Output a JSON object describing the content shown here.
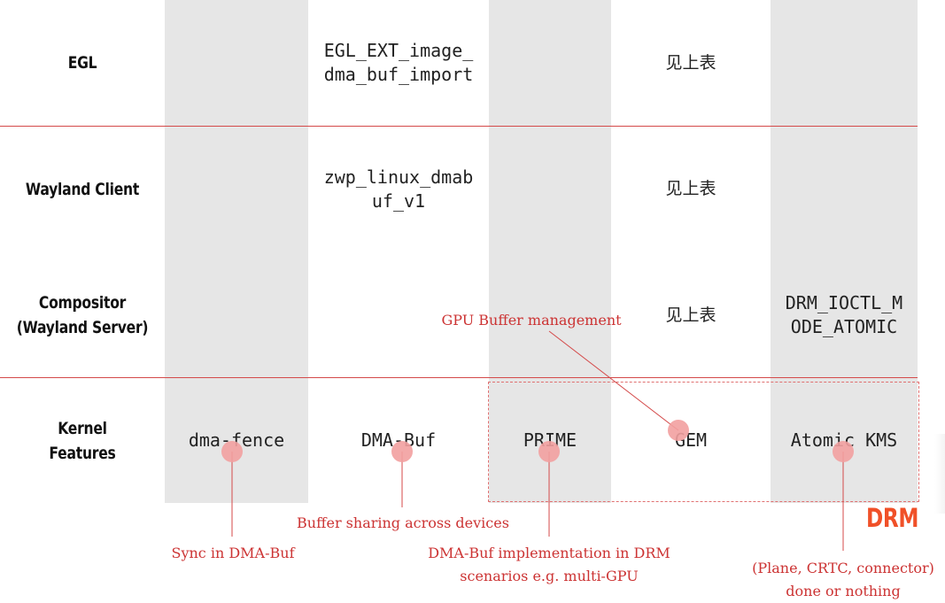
{
  "rows": [
    {
      "label": "EGL"
    },
    {
      "label": "Wayland Client"
    },
    {
      "label": "Compositor\n(Wayland Server)"
    },
    {
      "label": "Kernel\nFeatures"
    }
  ],
  "cells": {
    "egl_dmabuf": "EGL_EXT_image_\ndma_buf_import",
    "egl_gem": "见上表",
    "client_dmabuf": "zwp_linux_dmab\nuf_v1",
    "client_gem": "见上表",
    "comp_gem": "见上表",
    "comp_kms": "DRM_IOCTL_M\nODE_ATOMIC",
    "kernel_fence": "dma-fence",
    "kernel_dmabuf": "DMA-Buf",
    "kernel_prime": "PRIME",
    "kernel_gem": "GEM",
    "kernel_kms": "Atomic KMS"
  },
  "annotations": {
    "gem": "GPU Buffer management",
    "dmabuf": "Buffer sharing across devices",
    "fence": "Sync in DMA-Buf",
    "prime": "DMA-Buf implementation in DRM\nscenarios e.g. multi-GPU",
    "kms": "(Plane, CRTC, connector)\ndone or nothing"
  },
  "group_label": "DRM",
  "colors": {
    "accent": "#d44a4a",
    "dot": "#f2a0a0",
    "drm": "#f05028",
    "column_shade": "#e6e6e6"
  }
}
